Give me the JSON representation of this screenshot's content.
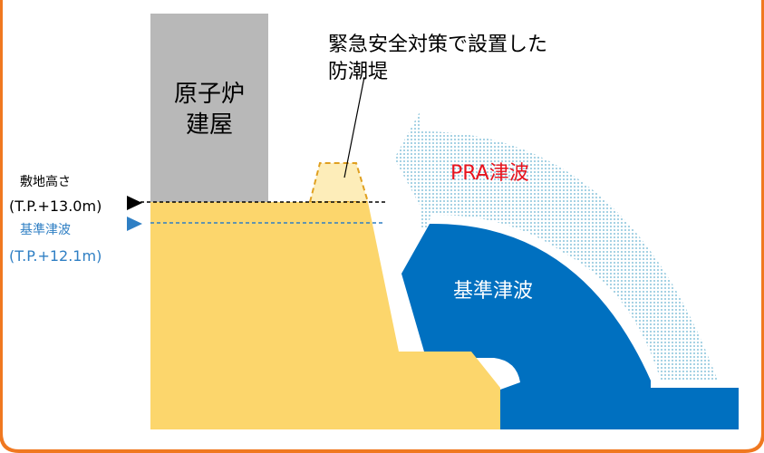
{
  "labels": {
    "reactor_building_line1": "原子炉",
    "reactor_building_line2": "建屋",
    "seawall_callout_line1": "緊急安全対策で設置した",
    "seawall_callout_line2": "防潮堤",
    "pra_tsunami": "PRA津波",
    "design_basis_tsunami": "基準津波",
    "site_grade_label": "敷地高さ",
    "site_grade_value": "(T.P.+13.0m)",
    "basis_tsunami_level_label": "基準津波",
    "basis_tsunami_level_value": "(T.P.+12.1m)"
  },
  "icons": {
    "site_grade_marker": "black-right-triangle",
    "basis_tsunami_marker": "blue-right-triangle",
    "pra_tsunami_arrow": "curved-dotted-arrow",
    "basis_tsunami_wave": "curved-wave"
  },
  "colors": {
    "ground": "#FCD66C",
    "seawall_fill": "#FDEDB9",
    "seawall_outline": "#E0A020",
    "building": "#B8B8B8",
    "basis_tsunami": "#0070C0",
    "pra_tsunami_dots": "#8EC5DC",
    "pra_text": "#E8141E",
    "level_blue": "#2F7FC4",
    "frame": "#F07820"
  }
}
